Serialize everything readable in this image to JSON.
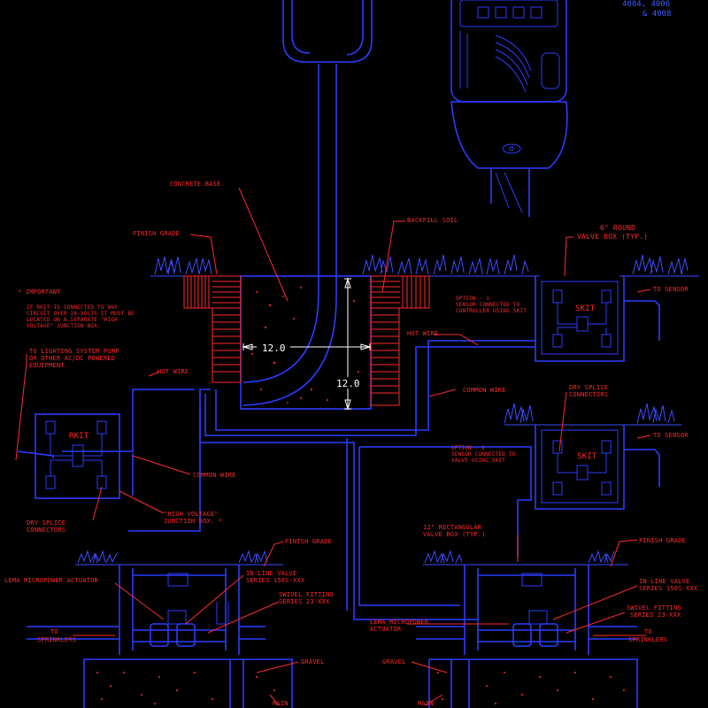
{
  "colors": {
    "background": "#000000",
    "linework": "#2b3dff",
    "labels": "#ff2a2a",
    "dimensions": "#ffffff"
  },
  "controller": {
    "model_line1": "4004, 4006",
    "model_line2": "& 4008"
  },
  "labels": {
    "concrete_base": "CONCRETE BASE",
    "finish_grade_1": "FINISH GRADE",
    "backfill_soil": "BACKFILL SOIL",
    "valve_box_round_1": "6\" ROUND",
    "valve_box_round_2": "VALVE BOX (TYP.)",
    "to_sensor_1": "TO SENSOR",
    "to_sensor_2": "TO SENSOR",
    "important": "* IMPORTANT",
    "important_note_1": "IF RKIT IS CONNECTED TO ANY",
    "important_note_2": "CIRCUIT OVER 24-VOLTS IT MUST BE",
    "important_note_3": "LOCATED ON A SEPARATE \"HIGH",
    "important_note_4": "VOLTAGE\" JUNCTION BOX.",
    "option1_1": "OPTION - 1",
    "option1_2": "SENSOR CONNECTED TO",
    "option1_3": "CONTROLLER USING SKIT",
    "hot_wire_1": "HOT WIRE",
    "hot_wire_2": "HOT WIRE",
    "common_wire_1": "COMMON WIRE",
    "common_wire_2": "COMMON WIRE",
    "to_lighting_1": "TO LIGHTING SYSTEM PUMP",
    "to_lighting_2": "OR OTHER AC/DC POWERED",
    "to_lighting_3": "EQUIPMENT.",
    "dry_splice_1a": "DRY SPLICE",
    "dry_splice_1b": "CONNECTORS",
    "dry_splice_2a": "DRY SPLICE",
    "dry_splice_2b": "CONNECTORS",
    "option2_1": "OPTION - 2",
    "option2_2": "SENSOR CONNECTED TO",
    "option2_3": "VALVE USING SKIT",
    "hv_box_1": "\"HIGH VOLTAGE\"",
    "hv_box_2": "JUNCTION BOX. *",
    "rect_box_1": "12\" RECTANGULAR",
    "rect_box_2": "VALVE BOX (TYP.)",
    "finish_grade_2": "FINISH GRADE",
    "finish_grade_3": "FINISH GRADE",
    "lema_1": "LEMA MICROPOWER  ACTUATOR",
    "inline_valve_1a": "IN-LINE VALVE",
    "inline_valve_1b": "SERIES  150S-XXX",
    "swivel_1a": "SWIVEL FITTING",
    "swivel_1b": "SERIES  23-XXX",
    "to_sprinklers_1a": "TO",
    "to_sprinklers_1b": "SPRINKLERS",
    "gravel_1": "GRAVEL",
    "main_1": "MAIN",
    "lema_2a": "LEMA MICROPOWER",
    "lema_2b": "ACTUATOR",
    "inline_valve_2a": "IN-LINE VALVE",
    "inline_valve_2b": "SERIES  150S-XXX",
    "swivel_2a": "SWIVEL FITTING",
    "swivel_2b": "SERIES  23-XXX",
    "to_sprinklers_2a": "TO",
    "to_sprinklers_2b": "SPRINKLERS",
    "gravel_2": "GRAVEL",
    "main_2": "MAIN"
  },
  "boxes": {
    "rkit": "RKIT",
    "skit_1": "SKIT",
    "skit_2": "SKIT"
  },
  "dimensions": {
    "width": "12.0",
    "depth": "12.0"
  }
}
